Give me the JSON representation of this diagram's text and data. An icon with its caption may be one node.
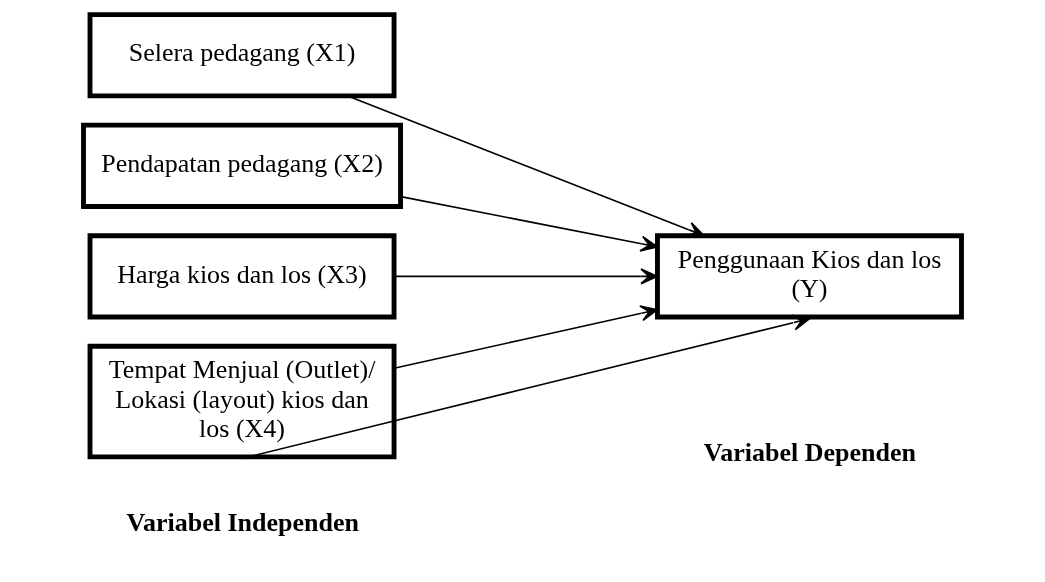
{
  "diagram": {
    "nodes": [
      {
        "text": [
          "Selera pedagang (X1)"
        ]
      },
      {
        "text": [
          "Pendapatan pedagang (X2)"
        ]
      },
      {
        "text": [
          "Harga kios dan los (X3)"
        ]
      },
      {
        "text": [
          "Tempat Menjual (Outlet)/ Lokasi (layout) kios dan los (X4)"
        ]
      },
      {
        "text": [
          "Penggunaan Kios dan los (Y)"
        ]
      }
    ],
    "edges": [
      {
        "from": 0,
        "to": 4,
        "arrow": "to"
      },
      {
        "from": 1,
        "to": 4,
        "arrow": "to"
      },
      {
        "from": 2,
        "to": 4,
        "arrow": "to"
      },
      {
        "from": 3,
        "to": 4,
        "arrow": "to"
      },
      {
        "from": 3,
        "to": 4,
        "arrow": "to"
      }
    ],
    "labels": [
      "Variabel Independen",
      "Variabel Dependen"
    ]
  }
}
